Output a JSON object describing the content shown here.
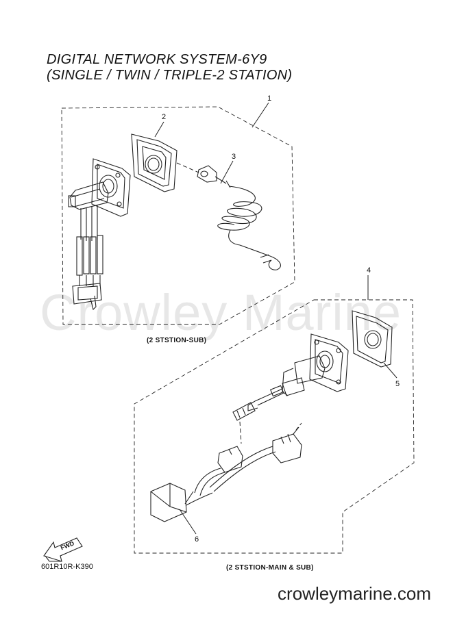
{
  "header": {
    "title_line1": "DIGITAL NETWORK SYSTEM-6Y9",
    "title_line2": "(SINGLE / TWIN / TRIPLE-2 STATION)"
  },
  "callouts": [
    "1",
    "2",
    "3",
    "4",
    "5",
    "6"
  ],
  "captions": {
    "sub": "(2 STSTION-SUB)",
    "main_sub": "(2 STSTION-MAIN & SUB)"
  },
  "fwd_label": "FWD",
  "diagram_code": "601R10R-K390",
  "watermark": "Crowley Marine",
  "site_url": "crowleymarine.com",
  "colors": {
    "line": "#222222",
    "watermark": "#d4d4d4"
  }
}
